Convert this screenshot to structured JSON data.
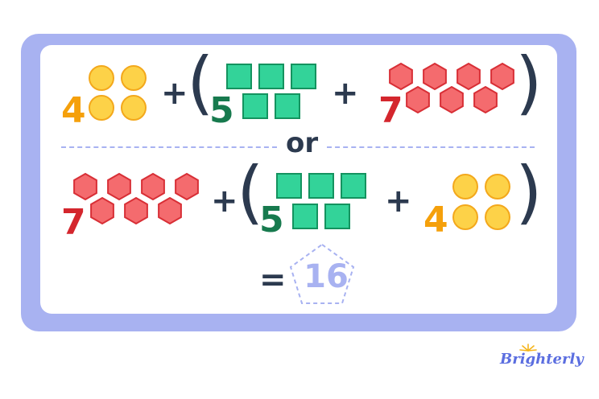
{
  "row1": {
    "first_number": "4",
    "plus_1": "+",
    "open_paren": "(",
    "second_number": "5",
    "plus_2": "+",
    "third_number": "7",
    "close_paren": ")"
  },
  "separator": {
    "text": "or"
  },
  "row2": {
    "first_number": "7",
    "plus_1": "+",
    "open_paren": "(",
    "second_number": "5",
    "plus_2": "+",
    "third_number": "4",
    "close_paren": ")"
  },
  "result": {
    "equals": "=",
    "value": "16"
  },
  "brand": {
    "logo_text": "Brighterly"
  },
  "colors": {
    "frame": "#a8b2f1",
    "circle_fill": "#fdd248",
    "circle_stroke": "#f3a81c",
    "square_fill": "#33d399",
    "square_stroke": "#14935f",
    "hexagon_fill": "#f46b6e",
    "hexagon_stroke": "#d82f36",
    "operator": "#2c3a4f"
  }
}
